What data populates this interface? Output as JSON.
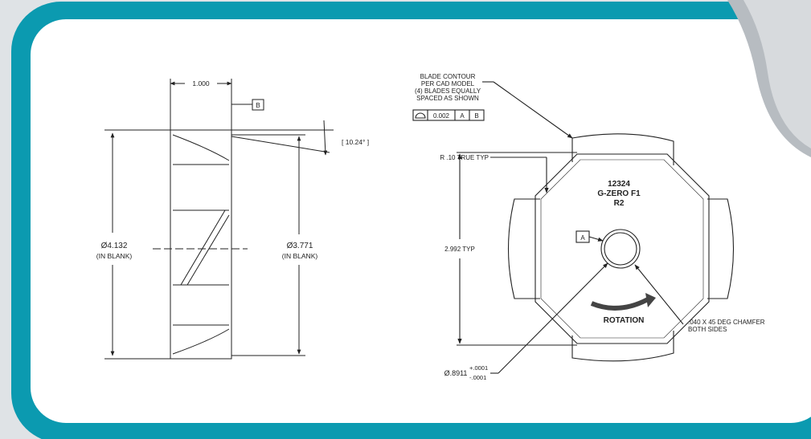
{
  "colors": {
    "frame_teal": "#0b9ab0",
    "paper": "#ffffff",
    "backdrop": "#dfe3e6",
    "line": "#222222",
    "corner_gray": "#b7bcc1"
  },
  "side_view": {
    "width_dim": "1.000",
    "datum_b": "B",
    "angle_dim": "[ 10.24° ]",
    "outer_diameter": "Ø4.132",
    "outer_note": "(IN BLANK)",
    "inner_diameter": "Ø3.771",
    "inner_note": "(IN BLANK)"
  },
  "front_view": {
    "blade_note": [
      "BLADE CONTOUR",
      "PER CAD MODEL",
      "(4) BLADES EQUALLY",
      "SPACED AS SHOWN"
    ],
    "fcf": {
      "symbol": "profile-of-surface-icon",
      "tolerance": "0.002",
      "datum1": "A",
      "datum2": "B"
    },
    "radius_note": "R .10 TRUE TYP",
    "part_number": "12324",
    "part_name": "G-ZERO F1",
    "revision": "R2",
    "datum_a": "A",
    "height_dim": "2.992 TYP",
    "rotation_label": "ROTATION",
    "chamfer_note": [
      ".040 X 45 DEG CHAMFER",
      "BOTH SIDES"
    ],
    "bore_diameter": "Ø.8911",
    "bore_tol_plus": "+.0001",
    "bore_tol_minus": "-.0001"
  }
}
